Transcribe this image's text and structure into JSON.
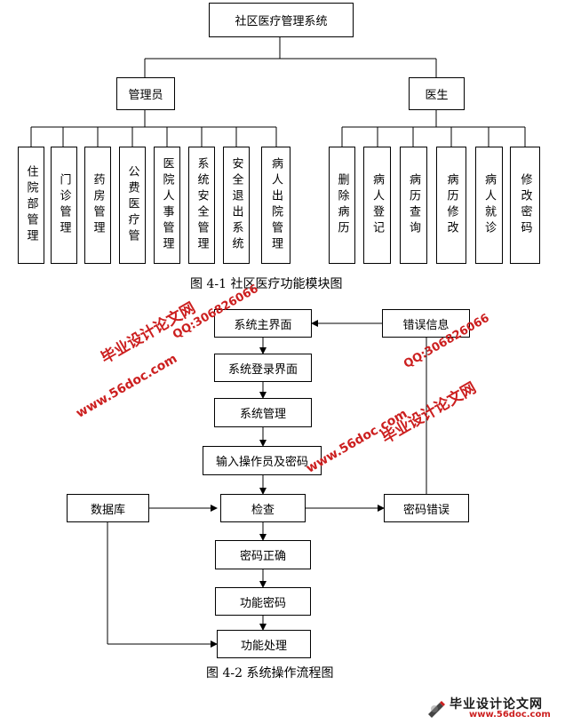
{
  "diagram1": {
    "root": "社区医疗管理系统",
    "admin": "管理员",
    "doctor": "医生",
    "admin_children": [
      "住院部管理",
      "门诊管理",
      "药房管理",
      "公费医疗管",
      "医院人事管理",
      "系统安全管理",
      "安全退出系统",
      "病人出院管理"
    ],
    "doctor_children": [
      "删除病历",
      "病人登记",
      "病历查询",
      "病历修改",
      "病人就诊",
      "修改密码"
    ],
    "caption": "图 4-1 社区医疗功能模块图"
  },
  "diagram2": {
    "main_ui": "系统主界面",
    "login_ui": "系统登录界面",
    "sys_mgmt": "系统管理",
    "input": "输入操作员及密码",
    "check": "检查",
    "pwd_ok": "密码正确",
    "func_pwd": "功能密码",
    "func_proc": "功能处理",
    "db": "数据库",
    "pwd_err": "密码错误",
    "err_info": "错误信息",
    "caption": "图 4-2 系统操作流程图"
  },
  "watermarks": {
    "site_cn": "毕业设计论文网",
    "site_url": "www.56doc.com",
    "qq": "QQ:306826066"
  },
  "logo": {
    "text": "毕业设计论文网",
    "url": "www.56doc.com"
  },
  "colors": {
    "watermark": "#cc1f1f",
    "logo_text": "#1a1a1a",
    "logo_url": "#cc1f1f"
  }
}
